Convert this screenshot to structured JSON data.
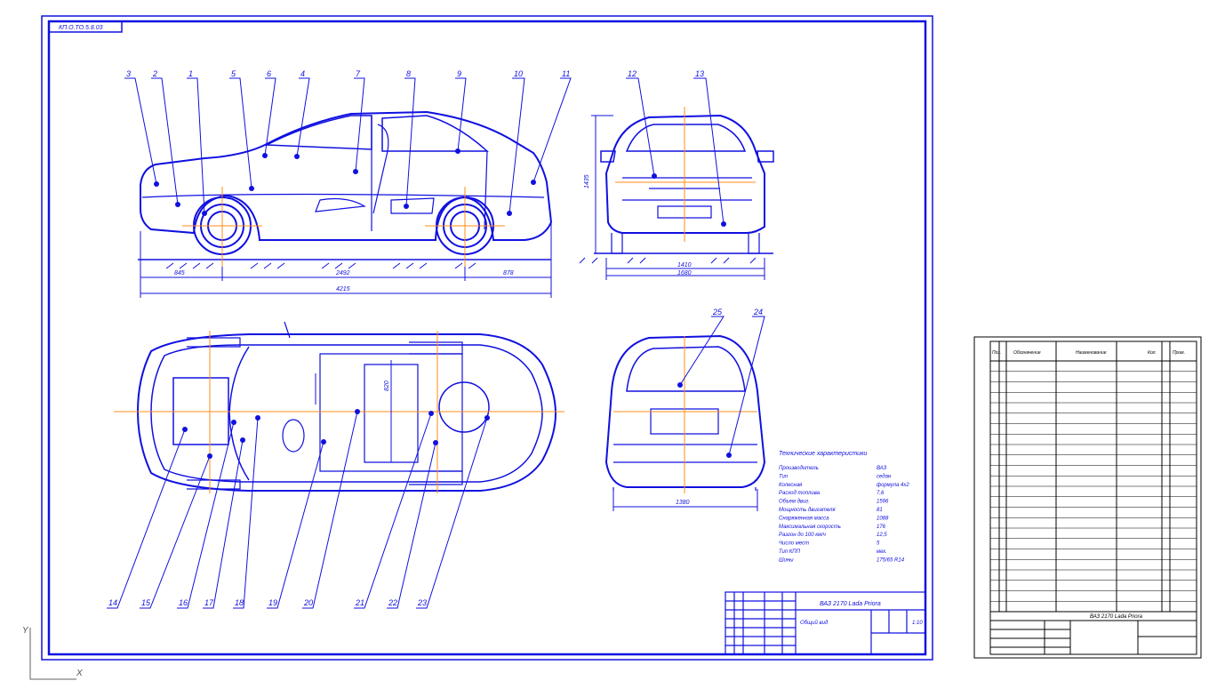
{
  "colors": {
    "drawing": "#1010e0",
    "axis": "#ff8c1a",
    "spec_sheet": "#000000",
    "background": "#ffffff"
  },
  "stamp": {
    "code": "КП.О.ТО.5.8.03"
  },
  "callouts_top": [
    "3",
    "2",
    "1",
    "5",
    "6",
    "4",
    "7",
    "8",
    "9",
    "10",
    "11"
  ],
  "callouts_front": [
    "12",
    "13"
  ],
  "callouts_rear": [
    "25",
    "24"
  ],
  "callouts_bottom": [
    "14",
    "15",
    "16",
    "17",
    "18",
    "19",
    "20",
    "21",
    "22",
    "23"
  ],
  "dims": {
    "front_overhang": "845",
    "wheelbase": "2492",
    "rear_overhang": "878",
    "overall_length": "4215",
    "height": "1435",
    "front_track": "1410",
    "width": "1680",
    "rear_track": "1380",
    "floor": "820"
  },
  "specs": {
    "title": "Технические характеристики",
    "rows": [
      [
        "Производитель",
        "ВАЗ"
      ],
      [
        "Тип",
        "седан"
      ],
      [
        "Колесная",
        "формула 4x2"
      ],
      [
        "Расход топлива",
        "7,6"
      ],
      [
        "Объем двиг.",
        "1596"
      ],
      [
        "Мощность двигателя",
        "81"
      ],
      [
        "Снаряженная масса",
        "1088"
      ],
      [
        "Максимальная скорость",
        "176"
      ],
      [
        "Разгон до 100 км/ч",
        "12,5"
      ],
      [
        "Число мест",
        "5"
      ],
      [
        "Тип КПП",
        "мех."
      ],
      [
        "Шины",
        "175/65 R14"
      ]
    ]
  },
  "title_block": {
    "name": "ВАЗ 2170 Lada Priora",
    "sheet": "Общий вид",
    "scale": "1:10"
  },
  "spec_sheet": {
    "headers": [
      "Поз.",
      "Обозначение",
      "Наименование",
      "Кол.",
      "Прим."
    ],
    "rows": 24,
    "footer": "ВАЗ 2170 Lada Priora"
  },
  "axes": {
    "y": "Y",
    "x": "X"
  }
}
